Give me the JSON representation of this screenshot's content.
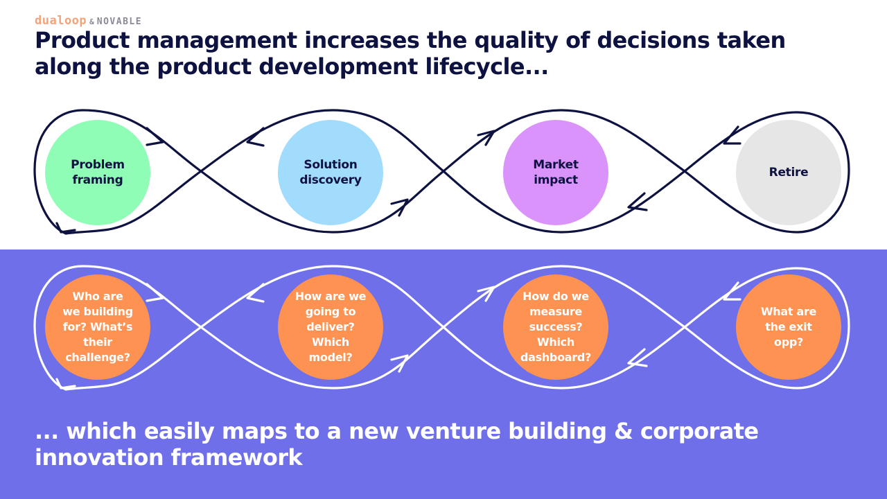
{
  "brand": {
    "primary": "dualoop",
    "separator": "&",
    "secondary": "NOVABLE"
  },
  "title": "Product management increases the quality of decisions taken along the product development lifecycle...",
  "subtitle": "... which easily maps to a new venture building & corporate innovation framework",
  "top_loop": {
    "stroke_color": "#0d1240",
    "stages": [
      {
        "label": "Problem\nframing",
        "color": "#8ffdb6"
      },
      {
        "label": "Solution\ndiscovery",
        "color": "#a2dcfd"
      },
      {
        "label": "Market\nimpact",
        "color": "#db93fc"
      },
      {
        "label": "Retire",
        "color": "#e6e6e6"
      }
    ]
  },
  "bottom_loop": {
    "stroke_color": "#ffffff",
    "background": "#6e6fe9",
    "questions": [
      {
        "label": "Who are\nwe building\nfor? What’s\ntheir\nchallenge?",
        "color": "#fe9252"
      },
      {
        "label": "How are we\ngoing to\ndeliver?\nWhich\nmodel?",
        "color": "#fe9252"
      },
      {
        "label": "How do we\nmeasure\nsuccess?\nWhich\ndashboard?",
        "color": "#fe9252"
      },
      {
        "label": "What are\nthe exit\nopp?",
        "color": "#fe9252"
      }
    ]
  }
}
